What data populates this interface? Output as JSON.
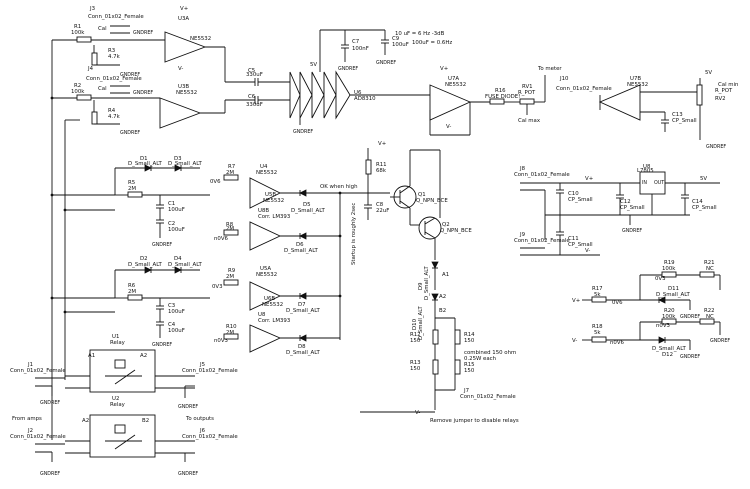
{
  "labels": {
    "conn_j1": "J1",
    "conn_j1_val": "Conn_01x02_Female",
    "conn_j2": "J2",
    "conn_j2_val": "Conn_01x02_Female",
    "conn_j3": "J3",
    "conn_j3_val": "Conn_01x02_Female",
    "conn_j4": "J4",
    "conn_j4_val": "Conn_01x02_Female",
    "conn_j5": "J5",
    "conn_j5_val": "Conn_01x02_Female",
    "conn_j6": "J6",
    "conn_j6_val": "Conn_01x02_Female",
    "conn_j7": "J7",
    "conn_j7_val": "Conn_01x02_Female",
    "conn_j8": "J8",
    "conn_j8_val": "Conn_01x02_Female",
    "conn_j9": "J9",
    "conn_j9_val": "Conn_01x02_Female",
    "conn_j10": "J10",
    "conn_j10_val": "Conn_01x02_Female",
    "r1": "R1",
    "r1_val": "100k",
    "r2": "R2",
    "r2_val": "100k",
    "r3": "R3",
    "r3_val": "4.7k",
    "r4": "R4",
    "r4_val": "4.7k",
    "r5": "R5",
    "r5_val": "2M",
    "r6": "R6",
    "r6_val": "2M",
    "r7": "R7",
    "r7_val": "2M",
    "r8": "R8",
    "r8_val": "2M",
    "r9": "R9",
    "r9_val": "2M",
    "r10": "R10",
    "r10_val": "2M",
    "r11": "R11",
    "r11_val": "68k",
    "r12": "R12",
    "r12_val": "150",
    "r13": "R13",
    "r13_val": "150",
    "r14": "R14",
    "r14_val": "150",
    "r15": "R15",
    "r15_val": "150",
    "r16": "R16",
    "r16_val": "FUSE DIODE!",
    "r17": "R17",
    "r17_val": "5k",
    "r18": "R18",
    "r18_val": "5k",
    "r19": "R19",
    "r19_val": "100k",
    "r20": "R20",
    "r20_val": "100k",
    "r21": "R21",
    "r21_val": "NC",
    "r22": "R22",
    "r22_val": "NC",
    "rv1": "RV1",
    "rv1_val": "R_POT",
    "rv2": "RV2",
    "rv2_val": "R_POT",
    "c1": "C1",
    "c1_val": "100uF",
    "c2": "C2",
    "c2_val": "100uF",
    "c3": "C3",
    "c3_val": "100uF",
    "c4": "C4",
    "c4_val": "100uF",
    "c5": "C5",
    "c5_val": "330uF",
    "c6": "C6",
    "c6_val": "330uF",
    "c7": "C7",
    "c7_val": "100nF",
    "c8": "C8",
    "c8_val": "22uF",
    "c9": "C9",
    "c9_val": "100uF",
    "c10": "C10",
    "c10_val": "CP_Small",
    "c11": "C11",
    "c11_val": "CP_Small",
    "c12": "C12",
    "c12_val": "CP_Small",
    "c13": "C13",
    "c13_val": "CP_Small",
    "c14": "C14",
    "c14_val": "CP_Small",
    "d1": "D1",
    "d1_val": "D_Small_ALT",
    "d2": "D2",
    "d2_val": "D_Small_ALT",
    "d3": "D3",
    "d3_val": "D_Small_ALT",
    "d4": "D4",
    "d4_val": "D_Small_ALT",
    "d5": "D5",
    "d5_val": "D_Small_ALT",
    "d6": "D6",
    "d6_val": "D_Small_ALT",
    "d7": "D7",
    "d7_val": "D_Small_ALT",
    "d8": "D8",
    "d8_val": "D_Small_ALT",
    "d9": "D9",
    "d9_val": "D_Small_ALT",
    "d10": "D10",
    "d10_val": "D_Small_ALT",
    "d11": "D11",
    "d11_val": "D_Small_ALT",
    "d12": "D12",
    "d12_val": "D_Small_ALT",
    "q1": "Q1",
    "q1_val": "Q_NPN_BCE",
    "q2": "Q2",
    "q2_val": "Q_NPN_BCE",
    "u1": "U1",
    "u1_val": "Relay",
    "u2": "U2",
    "u2_val": "Relay",
    "u3a": "U3A",
    "u3a_val": "NE5532",
    "u3b": "U3B",
    "u3b_val": "NE5532",
    "u4": "U4",
    "u4_val": "NE5532",
    "u5a": "U5A",
    "u5a_val": "NE5532",
    "u5b": "U5B",
    "u5b_val": "NE5532",
    "u6": "U6",
    "u6_val": "AD8310",
    "u7a": "U7A",
    "u7a_val": "NE5532",
    "u7b": "U7B",
    "u7b_val": "NE5532",
    "u8": "U8",
    "u8_val": "L7805",
    "u6b": "U6B",
    "u6b_val": "NE5532",
    "u8b": "U8B",
    "u8b_val": "Corr. LM393",
    "u8c": "U8",
    "u8c_val": "Corr. LM393",
    "net_gndref": "GNDREF",
    "net_vplus": "V+",
    "net_vminus": "V-",
    "net_5v": "5V",
    "net_0v6": "0V6",
    "net_n0v6": "n0V6",
    "net_0v3": "0V3",
    "net_n0v3": "n0V3",
    "net_cal": "Cal",
    "net_calmax": "Cal max",
    "net_calmin": "Cal min",
    "net_tometer": "To meter",
    "net_okhigh": "OK when high",
    "net_startup": "Startup is roughly 2sec",
    "note_filter": "10 uF = 6 Hz -3dB",
    "note_filter2": "100uF = 0.6Hz",
    "note_150": "combined 150 ohm",
    "note_025w": "0.25W each",
    "note_jumper": "Remove jumper to disable relays",
    "note_fromamps": "From amps",
    "note_tooutputs": "To outputs",
    "relay_a1": "A1",
    "relay_a2": "A2",
    "relay_b2": "B2",
    "pin_in": "IN",
    "pin_out": "OUT"
  },
  "colors": {
    "ink": "#111111",
    "background": "#ffffff"
  }
}
